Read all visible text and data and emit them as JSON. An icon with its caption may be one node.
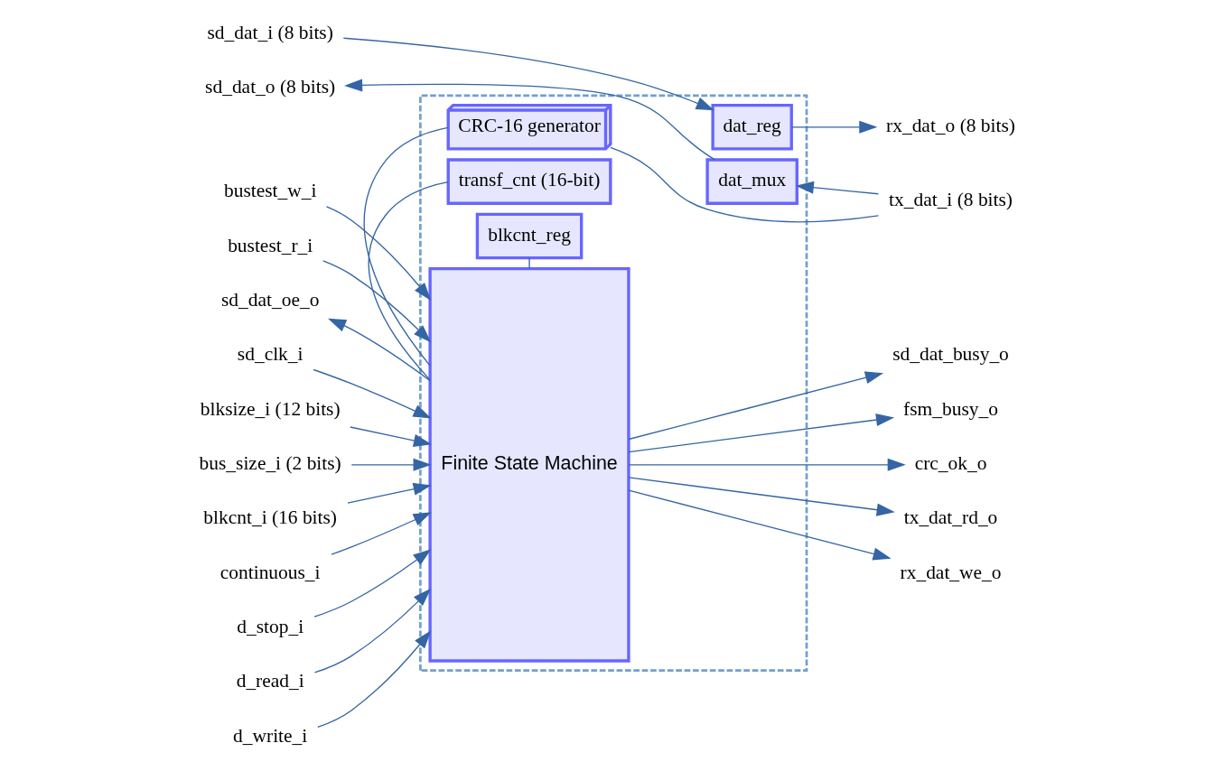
{
  "diagram": {
    "nodes": [
      {
        "text": [],
        "shape": "box"
      },
      {
        "text": [
          "sd_dat_i (8 bits)"
        ]
      },
      {
        "text": [
          "dat_reg"
        ],
        "in": 0
      },
      {
        "text": [
          "rx_dat_o (8 bits)"
        ]
      },
      {
        "text": [
          "sd_dat_o (8 bits)"
        ]
      },
      {
        "text": [
          "dat_mux"
        ],
        "in": 0
      },
      {
        "text": [
          "tx_dat_i (8 bits)"
        ]
      },
      {
        "text": [
          "sd_dat_oe_o"
        ]
      },
      {
        "text": [
          "Finite State Machine"
        ],
        "in": 0
      },
      {
        "text": [
          "CRC-16 generator"
        ],
        "in": 0
      },
      {
        "text": [
          "sd_clk_i"
        ]
      },
      {
        "text": [
          "blksize_i (12 bits)"
        ]
      },
      {
        "text": [
          "bus_size_i (2 bits)"
        ]
      },
      {
        "text": [
          "blkcnt_i (16 bits)"
        ]
      },
      {
        "text": [
          "continuous_i"
        ]
      },
      {
        "text": [
          "transf_cnt (16-bit)"
        ],
        "in": 0
      },
      {
        "text": [
          "d_stop_i"
        ]
      },
      {
        "text": [
          "d_read_i"
        ]
      },
      {
        "text": [
          "d_write_i"
        ]
      },
      {
        "text": [
          "blkcnt_reg"
        ],
        "in": 0
      },
      {
        "text": [
          "bustest_w_i"
        ]
      },
      {
        "text": [
          "bustest_r_i"
        ]
      },
      {
        "text": [
          "tx_dat_rd_o"
        ]
      },
      {
        "text": [
          "rx_dat_we_o"
        ]
      },
      {
        "text": [
          "sd_dat_busy_o"
        ]
      },
      {
        "text": [
          "fsm_busy_o"
        ]
      },
      {
        "text": [
          "crc_ok_o"
        ]
      }
    ],
    "edges": [
      {
        "from": 1,
        "to": 2,
        "arrow": "to"
      },
      {
        "from": 2,
        "to": 3,
        "arrow": "to"
      },
      {
        "from": 5,
        "to": 4,
        "arrow": "to"
      },
      {
        "from": 6,
        "to": 5,
        "arrow": "to"
      },
      {
        "from": 6,
        "to": 9,
        "arrow": "none"
      },
      {
        "from": 8,
        "to": 7,
        "arrow": "to"
      },
      {
        "from": 10,
        "to": 8,
        "arrow": "to"
      },
      {
        "from": 8,
        "to": 9,
        "arrow": "none"
      },
      {
        "from": 11,
        "to": 8,
        "arrow": "to"
      },
      {
        "from": 12,
        "to": 8,
        "arrow": "to"
      },
      {
        "from": 8,
        "to": 22,
        "arrow": "to"
      },
      {
        "from": 13,
        "to": 8,
        "arrow": "to"
      },
      {
        "from": 8,
        "to": 23,
        "arrow": "to"
      },
      {
        "from": 14,
        "to": 8,
        "arrow": "to"
      },
      {
        "from": 8,
        "to": 15,
        "arrow": "none"
      },
      {
        "from": 16,
        "to": 8,
        "arrow": "to"
      },
      {
        "from": 17,
        "to": 8,
        "arrow": "to"
      },
      {
        "from": 18,
        "to": 8,
        "arrow": "to"
      },
      {
        "from": 8,
        "to": 19,
        "arrow": "none"
      },
      {
        "from": 20,
        "to": 8,
        "arrow": "to"
      },
      {
        "from": 21,
        "to": 8,
        "arrow": "to"
      },
      {
        "from": 8,
        "to": 24,
        "arrow": "to"
      },
      {
        "from": 8,
        "to": 25,
        "arrow": "to"
      },
      {
        "from": 8,
        "to": 26,
        "arrow": "to"
      }
    ]
  }
}
